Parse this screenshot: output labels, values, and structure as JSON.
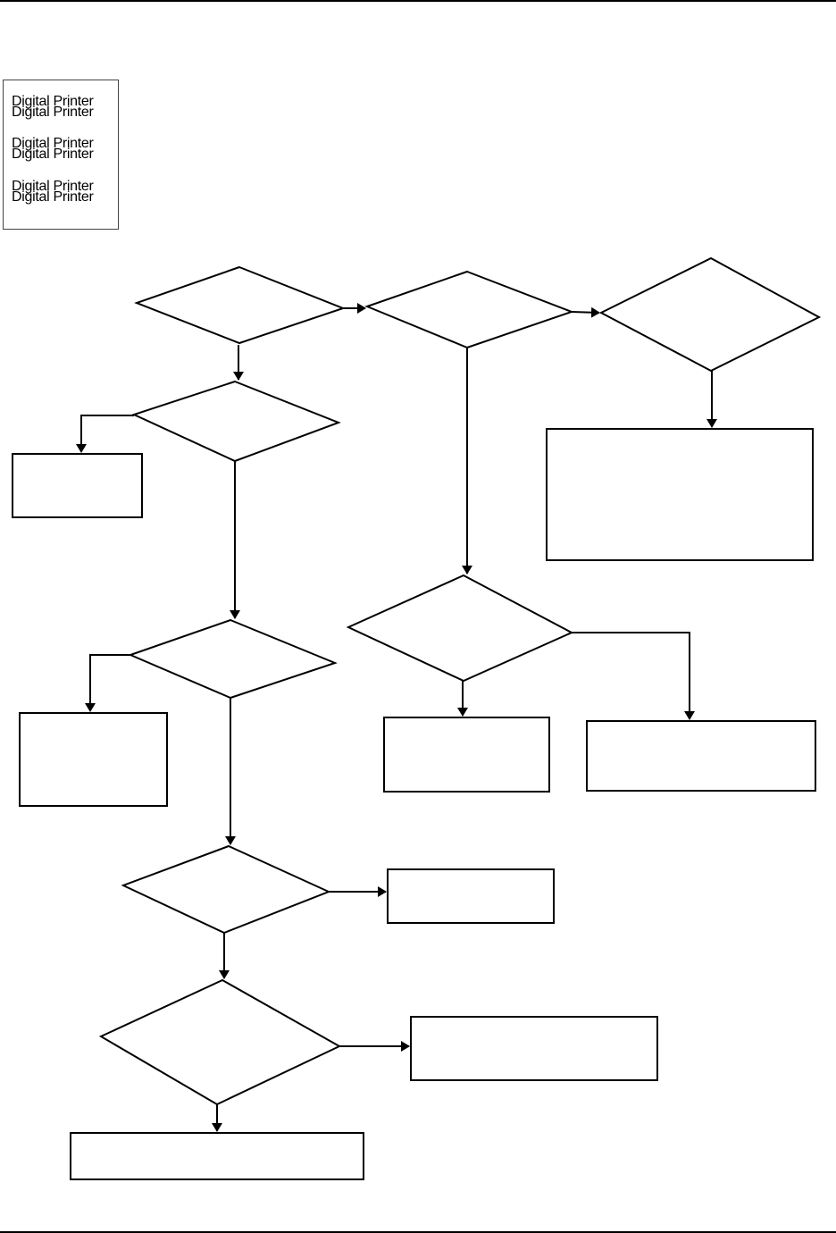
{
  "header": {
    "rule_color": "#000000"
  },
  "print_sample": {
    "lines": [
      "Digital Printer",
      "Digital Printer",
      "Digital Printer",
      "Digital Printer",
      "Digital Printer",
      "Digital Printer"
    ]
  },
  "flowchart": {
    "stroke_color": "#000000",
    "decisions": [
      {
        "id": "d1",
        "label": ""
      },
      {
        "id": "d2",
        "label": ""
      },
      {
        "id": "d3",
        "label": ""
      },
      {
        "id": "d4",
        "label": ""
      },
      {
        "id": "d5",
        "label": ""
      },
      {
        "id": "d6",
        "label": ""
      },
      {
        "id": "d7",
        "label": ""
      },
      {
        "id": "d8",
        "label": ""
      }
    ],
    "actions": [
      {
        "id": "b1",
        "label": ""
      },
      {
        "id": "b2",
        "label": ""
      },
      {
        "id": "b3",
        "label": ""
      },
      {
        "id": "b4",
        "label": ""
      },
      {
        "id": "b5",
        "label": ""
      },
      {
        "id": "b6",
        "label": ""
      },
      {
        "id": "b7",
        "label": ""
      },
      {
        "id": "b8",
        "label": ""
      }
    ]
  }
}
